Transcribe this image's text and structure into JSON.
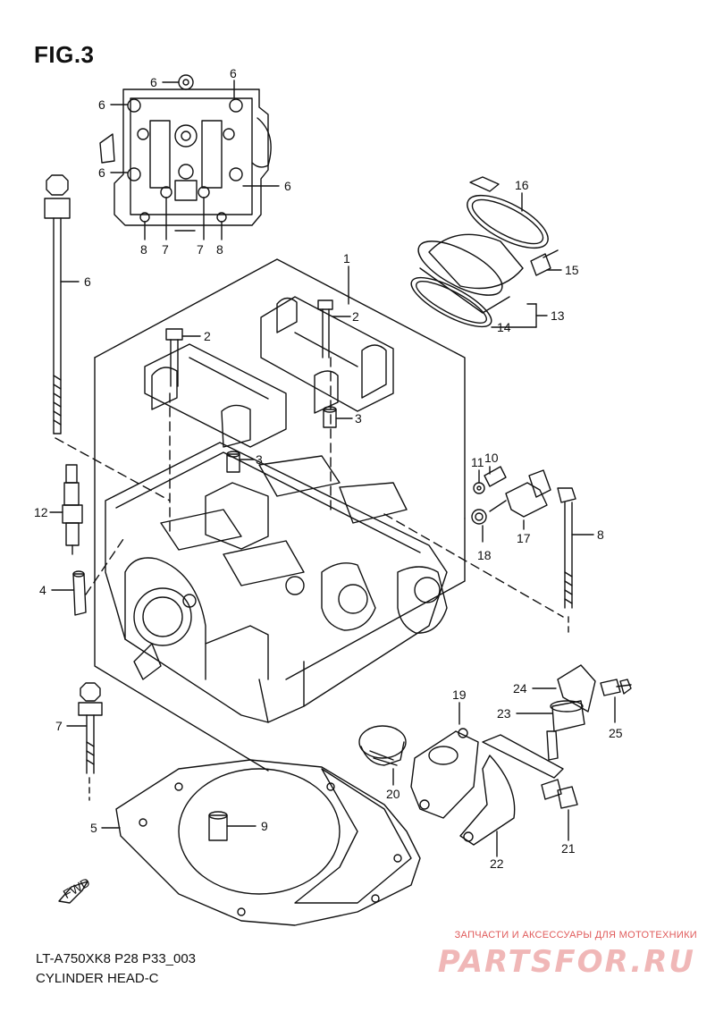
{
  "figure": {
    "title": "FIG.3"
  },
  "footer": {
    "code": "LT-A750XK8 P28 P33_003",
    "name": "CYLINDER HEAD-C"
  },
  "watermark": {
    "subtitle": "ЗАПЧАСТИ И АКСЕССУАРЫ ДЛЯ МОТОТЕХНИКИ",
    "logo": "PARTSFOR.RU"
  },
  "fwd_label": "FWD",
  "callouts": {
    "c1": "1",
    "c2a": "2",
    "c2b": "2",
    "c3a": "3",
    "c3b": "3",
    "c4": "4",
    "c5": "5",
    "c6_top1": "6",
    "c6_top2": "6",
    "c6_top3": "6",
    "c6_top4": "6",
    "c6_top5": "6",
    "c6_bolt": "6",
    "c7_bot1": "7",
    "c7_bot2": "7",
    "c7": "7",
    "c8_bot1": "8",
    "c8_bot2": "8",
    "c8": "8",
    "c9": "9",
    "c10": "10",
    "c11": "11",
    "c12": "12",
    "c13": "13",
    "c14": "14",
    "c15": "15",
    "c16": "16",
    "c17": "17",
    "c18": "18",
    "c19": "19",
    "c20": "20",
    "c21": "21",
    "c22": "22",
    "c23": "23",
    "c24": "24",
    "c25": "25"
  }
}
